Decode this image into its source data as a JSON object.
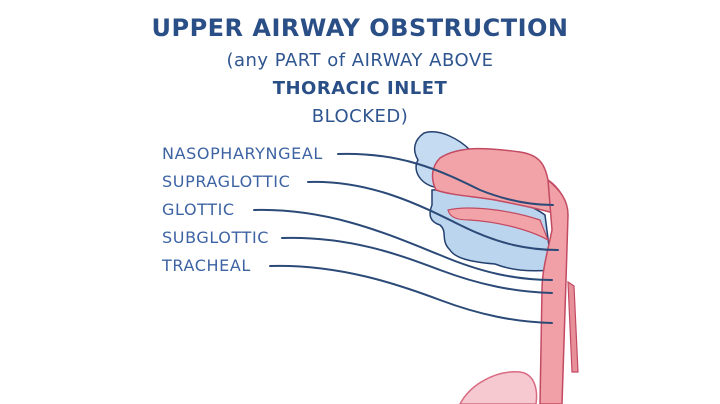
{
  "title": {
    "line1": "UPPER AIRWAY OBSTRUCTION",
    "line2": "(any PART of AIRWAY ABOVE",
    "line3": "THORACIC INLET",
    "line4": "BLOCKED)"
  },
  "labels": [
    {
      "text": "NASOPHARYNGEAL"
    },
    {
      "text": "SUPRAGLOTTIC"
    },
    {
      "text": "GLOTTIC"
    },
    {
      "text": "SUBGLOTTIC"
    },
    {
      "text": "TRACHEAL"
    }
  ],
  "colors": {
    "title": "#2a4e86",
    "label": "#3d63a3",
    "leader_line": "#2b4a78",
    "airway_pink": "#f0a0a6",
    "airway_outline": "#c24a62",
    "tissue_blue": "#bcd5ee",
    "outline_navy": "#23406e"
  }
}
